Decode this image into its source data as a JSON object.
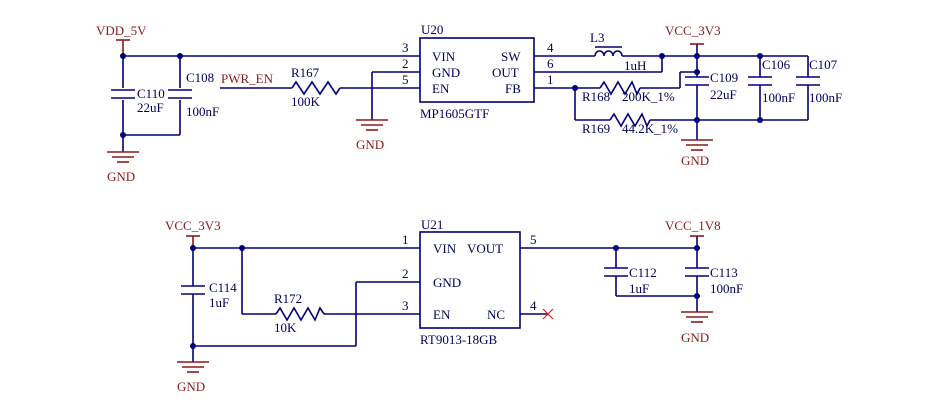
{
  "nets": {
    "vdd_5v": "VDD_5V",
    "vcc_3v3_top": "VCC_3V3",
    "vcc_3v3_bottom": "VCC_3V3",
    "vcc_1v8": "VCC_1V8",
    "pwr_en": "PWR_EN",
    "gnd": "GND"
  },
  "u20": {
    "ref": "U20",
    "part": "MP1605GTF",
    "pins": [
      {
        "name": "VIN",
        "num": "3"
      },
      {
        "name": "GND",
        "num": "2"
      },
      {
        "name": "EN",
        "num": "5"
      },
      {
        "name": "SW",
        "num": "4"
      },
      {
        "name": "OUT",
        "num": "6"
      },
      {
        "name": "FB",
        "num": "1"
      }
    ]
  },
  "u21": {
    "ref": "U21",
    "part": "RT9013-18GB",
    "pins": [
      {
        "name": "VIN",
        "num": "1"
      },
      {
        "name": "GND",
        "num": "2"
      },
      {
        "name": "EN",
        "num": "3"
      },
      {
        "name": "VOUT",
        "num": "5"
      },
      {
        "name": "NC",
        "num": "4"
      }
    ]
  },
  "components": {
    "c110": {
      "ref": "C110",
      "value": "22uF"
    },
    "c108": {
      "ref": "C108",
      "value": "100nF"
    },
    "r167": {
      "ref": "R167",
      "value": "100K"
    },
    "l3": {
      "ref": "L3",
      "value": "1uH"
    },
    "r168": {
      "ref": "R168",
      "value": "200K_1%"
    },
    "r169": {
      "ref": "R169",
      "value": "44.2K_1%"
    },
    "c109": {
      "ref": "C109",
      "value": "22uF"
    },
    "c106": {
      "ref": "C106",
      "value": "100nF"
    },
    "c107": {
      "ref": "C107",
      "value": "100nF"
    },
    "c114": {
      "ref": "C114",
      "value": "1uF"
    },
    "r172": {
      "ref": "R172",
      "value": "10K"
    },
    "c112": {
      "ref": "C112",
      "value": "1uF"
    },
    "c113": {
      "ref": "C113",
      "value": "100nF"
    }
  },
  "colors": {
    "wire": "#00007a",
    "power": "#8b1a1a",
    "no_connect": "#e02020"
  }
}
